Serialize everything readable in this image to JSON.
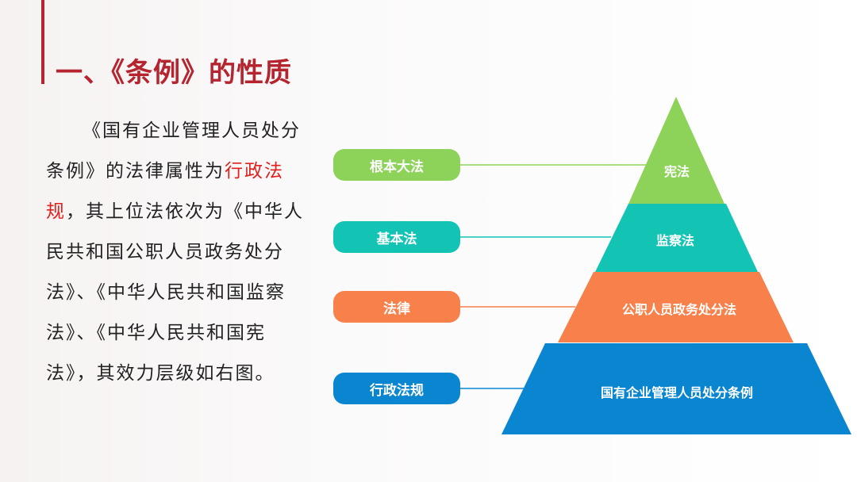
{
  "title": "一、《条例》的性质",
  "paragraph": {
    "before": "《国有企业管理人员处分条例》的法律属性为",
    "highlight": "行政法规",
    "after": "，其上位法依次为《中华人民共和国公职人员政务处分法》、《中华人民共和国监察法》、《中华人民共和国宪法》，其效力层级如右图。"
  },
  "colors": {
    "accent": "#b5252f",
    "highlight": "#e0201c",
    "green": "#8dd35a",
    "teal": "#13c4b5",
    "orange": "#f8804a",
    "blue": "#0a85d0"
  },
  "pyramid": [
    {
      "category": "根本大法",
      "level": "宪法"
    },
    {
      "category": "基本法",
      "level": "监察法"
    },
    {
      "category": "法律",
      "level": "公职人员政务处分法"
    },
    {
      "category": "行政法规",
      "level": "国有企业管理人员处分条例"
    }
  ]
}
